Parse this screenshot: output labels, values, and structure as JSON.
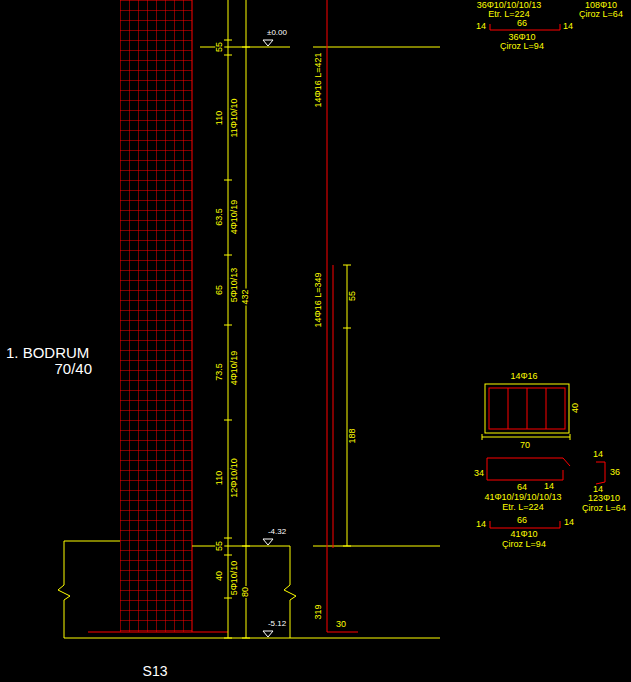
{
  "diagram": {
    "labels": [
      "36Φ10/10/10/13",
      "Etr. L=224",
      "108Φ10",
      "Çiroz L=64",
      "14",
      "66",
      "14",
      "36Φ10",
      "Çiroz L=94",
      "1. BODRUM",
      "70/40",
      "S13",
      "55",
      "110",
      "11Φ10/10",
      "63.5",
      "4Φ10/19",
      "65",
      "5Φ10/13",
      "432",
      "73.5",
      "4Φ10/19",
      "110",
      "12Φ10/10",
      "55",
      "40",
      "5Φ10/10",
      "80",
      "±0.00",
      "14Φ16  L=421",
      "14Φ16  L=349",
      "55",
      "188",
      "319",
      "30",
      "-4.32",
      "-5.12",
      "14Φ16",
      "40",
      "70",
      "34",
      "64",
      "14",
      "41Φ10/19/10/10/13",
      "Etr. L=224",
      "14",
      "36",
      "14",
      "123Φ10",
      "Çiroz L=64",
      "14",
      "66",
      "14",
      "41Φ10",
      "Çiroz L=94"
    ]
  }
}
